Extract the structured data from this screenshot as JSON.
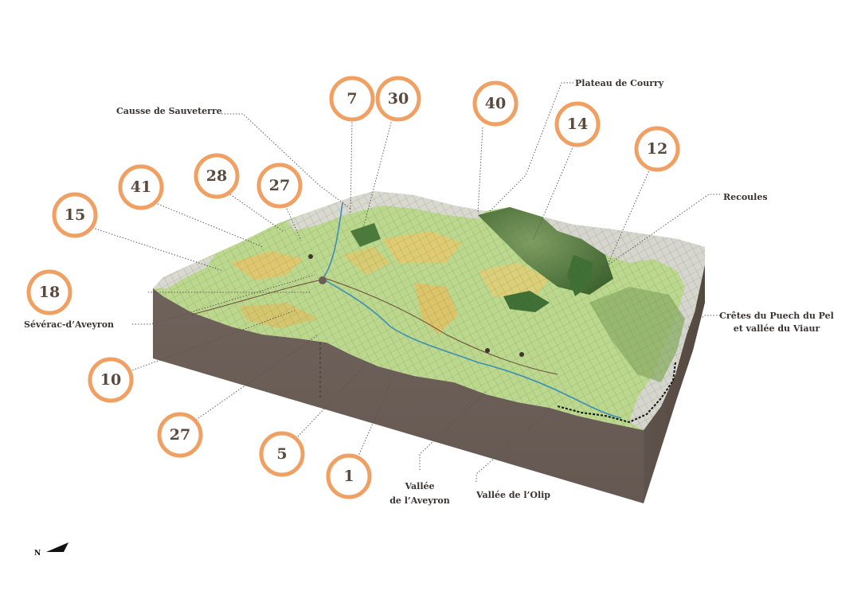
{
  "markers": [
    {
      "id": "m7",
      "label": "7"
    },
    {
      "id": "m30",
      "label": "30"
    },
    {
      "id": "m40",
      "label": "40"
    },
    {
      "id": "m14",
      "label": "14"
    },
    {
      "id": "m12",
      "label": "12"
    },
    {
      "id": "m41",
      "label": "41"
    },
    {
      "id": "m28",
      "label": "28"
    },
    {
      "id": "m27a",
      "label": "27"
    },
    {
      "id": "m15",
      "label": "15"
    },
    {
      "id": "m18",
      "label": "18"
    },
    {
      "id": "m10",
      "label": "10"
    },
    {
      "id": "m27b",
      "label": "27"
    },
    {
      "id": "m5",
      "label": "5"
    },
    {
      "id": "m1",
      "label": "1"
    }
  ],
  "places": {
    "causse": "Causse de Sauveterre",
    "courry": "Plateau de Courry",
    "recoules": "Recoules",
    "cretes_1": "Crêtes du Puech du Pel",
    "cretes_2": "et vallée du Viaur",
    "severac": "Sévérac-d’Aveyron",
    "aveyron_1": "Vallée",
    "aveyron_2": "de l’Aveyron",
    "olip": "Vallée de l’Olip"
  },
  "compass": {
    "label": "N"
  },
  "colors": {
    "marker_ring": "#f0a062",
    "marker_text": "#5a4a3e",
    "block_side": "#6b5f58",
    "terrain_green": "#b9d88a",
    "terrain_yellow": "#e7c66b",
    "forest": "#4f7a3b",
    "limestone": "#d7d6cf"
  }
}
